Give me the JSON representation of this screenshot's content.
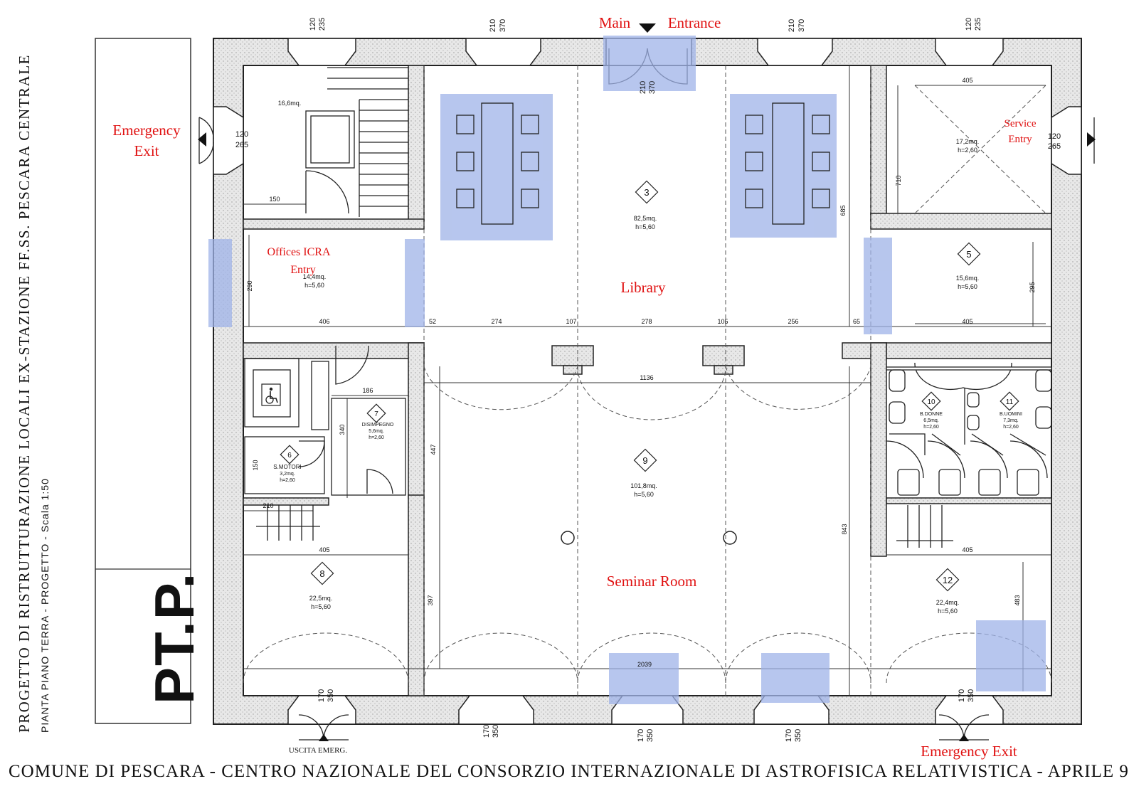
{
  "side_title": "PROGETTO DI RISTRUTTURAZIONE LOCALI EX-STAZIONE FF.SS. PESCARA CENTRALE",
  "side_subtitle": "PIANTA PIANO TERRA  -  PROGETTO  -  Scala 1:50",
  "bottom_title": "COMUNE DI PESCARA  -  CENTRO NAZIONALE DEL CONSORZIO INTERNAZIONALE DI ASTROFISICA RELATIVISTICA  -  APRILE 9",
  "plan_code": "PT.P.",
  "colors": {
    "highlight": "#9fb3e8",
    "annotation": "#e01010",
    "line": "#222222",
    "wall": "#e6e6e6"
  },
  "annotations": {
    "main": "Main",
    "entrance": "Entrance",
    "emergency_exit_left_1": "Emergency",
    "emergency_exit_left_2": "Exit",
    "service_1": "Service",
    "service_2": "Entry",
    "offices_1": "Offices ICRA",
    "offices_2": "Entry",
    "library": "Library",
    "seminar": "Seminar Room",
    "emergency_exit_right": "Emergency Exit"
  },
  "rooms": {
    "r3": {
      "num": "3",
      "area": "82,5mq.",
      "h": "h=5,60"
    },
    "r5": {
      "num": "5",
      "area": "15,6mq.",
      "h": "h=5,60"
    },
    "r6": {
      "num": "6",
      "name": "S.MOTORI",
      "area": "3,2mq.",
      "h": "h=2,60"
    },
    "r7": {
      "num": "7",
      "name": "DISIMPEGNO",
      "area": "5,6mq.",
      "h": "h=2,60"
    },
    "r8": {
      "num": "8",
      "area": "22,5mq.",
      "h": "h=5,60"
    },
    "r9": {
      "num": "9",
      "area": "101,8mq.",
      "h": "h=5,60"
    },
    "r10": {
      "num": "10",
      "name": "B.DONNE",
      "area": "6,5mq.",
      "h": "h=2,60"
    },
    "r11": {
      "num": "11",
      "name": "B.UOMINI",
      "area": "7,3mq.",
      "h": "h=2,60"
    },
    "r12": {
      "num": "12",
      "area": "22,4mq.",
      "h": "h=5,60"
    },
    "stair": {
      "area": "16,6mq."
    },
    "office": {
      "area": "14,4mq.",
      "h": "h=5,60"
    },
    "service": {
      "area": "17,2mq.",
      "h": "h=2,60"
    }
  },
  "uscita": "USCITA EMERG.",
  "dims": {
    "d406": "406",
    "d52": "52",
    "d274": "274",
    "d107": "107",
    "d278": "278",
    "d105": "105",
    "d256": "256",
    "d65": "65",
    "d405": "405",
    "d1136": "1136",
    "d186": "186",
    "d150": "150",
    "d290": "290",
    "d295": "295",
    "d710": "710",
    "d685": "685",
    "d447": "447",
    "d397": "397",
    "d843": "843",
    "d483": "483",
    "d340": "340",
    "d210": "210",
    "d2039": "2039",
    "w120": "120",
    "w235": "235",
    "w265": "265",
    "w170": "170",
    "w350": "350",
    "w210": "210",
    "w370": "370"
  }
}
